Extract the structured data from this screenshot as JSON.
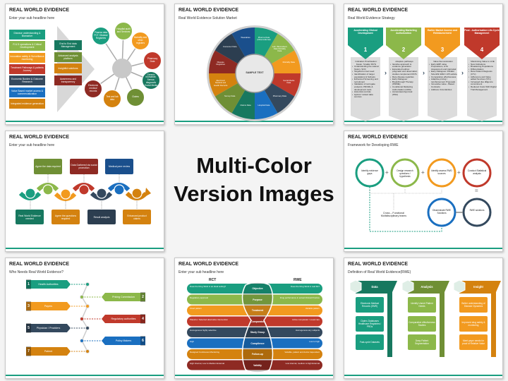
{
  "colors": {
    "teal": "#1a9e80",
    "green": "#8cb84a",
    "orange": "#f29a1f",
    "red": "#c0392b",
    "navy": "#34495e",
    "blue": "#1a6fc0",
    "darkorange": "#d4820f",
    "darkred": "#8e2a23",
    "darkteal": "#17785f",
    "darkblue": "#1a4f8c",
    "darknavy": "#2c3e50",
    "olive": "#6f8f35"
  },
  "center": {
    "line1": "Multi-Color",
    "line2": "Version Images"
  },
  "slides": [
    {
      "title": "REAL WORLD EVIDENCE",
      "subtitle": "Enter your sub headline here",
      "left_items": [
        "Disease understanding & Biomarker",
        "R & D operations & Critical Development",
        "Innovation safety & Surveillance monitoring",
        "Treatment Pathways & patients Journey",
        "Economic Burden & Outcome Research",
        "Value Based market access & commercialization",
        "Integrated evidence generation"
      ],
      "mid_items": [
        "End to End data Management",
        "Advanced analysis platform",
        "Insightful solutions",
        "Awareness and transparency"
      ],
      "circles": [
        "Pharma data PCT, Disease Registries",
        "Hospital audit and Services",
        "Mortality and other registers",
        "Pharmacy Data",
        "Generic biomarker, Sensor, diagnostic Social Media",
        "Claims",
        "Test and lab data",
        "Electronic medical records"
      ]
    },
    {
      "title": "REAL WORLD EVIDENCE",
      "subtitle": "Real World Evidence Solution Market",
      "hub": "SAMPLE TEXT",
      "segments": [
        "Pharma Data (Observational)",
        "Lab / Biomarkers Data Mortality Data",
        "Mortality Data",
        "Social Media Data",
        "Pharmacy Data",
        "Hospital Data",
        "Claims Data",
        "Survey Data",
        "Electronic Medical and Health Records",
        "Disease Registries",
        "Consumer Data",
        "Wearables"
      ]
    },
    {
      "title": "REAL WORLD EVIDENCE",
      "subtitle": "Real World Evidence Strategy",
      "columns": [
        {
          "header": "Accelerating Clinical Development",
          "number": "1",
          "lead": "Indication Prioritisation: Faster, Smaller RCTs",
          "bullets": [
            "Understanding the natural history, SOC",
            "Targeted unmet need",
            "Identification of target populations & Subsets",
            "Enhanced Screening and recruitment",
            "Validation of surrogate endpoint, PROMs & development tools",
            "Historical controls",
            "Hybrid / Linked data sources"
          ]
        },
        {
          "header": "Accelerating Marketing Authorization",
          "number": "2",
          "lead": "Adaptive pathways",
          "bullets": [
            "Iterative approach to evidence generation",
            "Expanded toolbox: pragmatic and observation studies complement RCTs",
            "Rare disease registries",
            "Early Dialogues",
            "Breakthrough Therapy (PRIME)",
            "Conditional Marketing Authorisation (CMA)",
            "Accelerated Approval (PDA)"
          ]
        },
        {
          "header": "Earlier Market Access and Reimbursement",
          "number": "3",
          "lead": "Value Demonstration",
          "bullets": [
            "Early EMP value Propositions, HTA Assessment and Appraisal",
            "Early Dialogues: Parallel Scientific EMA / HTA advice",
            "Comparative effectiveness",
            "Adaptive pricing / reimbursement Proposals",
            "Innovative value - Based Contracts",
            "Address Uncertainties"
          ]
        },
        {
          "header": "Post - Authorisation Life-Cycle Management",
          "number": "4",
          "lead": "Maximising Value to LOE",
          "bullets": [
            "New Indications",
            "Broadening Populations",
            "Differentiation",
            "Rare Patient Diagnosis (CTx)",
            "Adherence and Value added Services (STx)",
            "Increased due diligence commitment",
            "Reduced Costs With Digital Trial Management"
          ]
        }
      ]
    },
    {
      "title": "REAL WORLD EVIDENCE",
      "subtitle": "Enter your sub headline here",
      "top_boxes": [
        "Agree the data required",
        "Data Gathered via social promotion",
        "Medical peer review"
      ],
      "bottom_boxes": [
        "Real World Evidence needed",
        "Agree the questions required",
        "Result analysis",
        "Enhanced product claims"
      ],
      "icons": [
        "folder-icon",
        "clipboard-icon",
        "calendar-icon",
        "twitter-icon",
        "chart-icon",
        "doctor-icon",
        "pills-icon"
      ]
    },
    {
      "title": "REAL WORLD EVIDENCE",
      "subtitle": "Framework for Developing RWE",
      "steps": [
        "Identify evidence gaps",
        "Design research questions / hypothesis",
        "Identify assess RWD sources",
        "Conduct Statistical analysis",
        "RWE solutions",
        "Disseminate RWE Solutions"
      ],
      "team": "Cross – Functional Multidisciplinary teams",
      "plus": "+",
      "equals": "="
    },
    {
      "title": "REAL WORLD EVIDENCE",
      "subtitle": "Who Needs Real World Evidence?",
      "stakeholders": [
        {
          "n": "1",
          "label": "Health Authorities"
        },
        {
          "n": "2",
          "label": "Pricing Commission"
        },
        {
          "n": "3",
          "label": "Payers"
        },
        {
          "n": "4",
          "label": "Regulatory authorities"
        },
        {
          "n": "5",
          "label": "Physician / Providers"
        },
        {
          "n": "6",
          "label": "Policy Makers"
        },
        {
          "n": "7",
          "label": "Patient"
        }
      ]
    },
    {
      "title": "REAL WORLD EVIDENCE",
      "subtitle": "Enter your sub headline here",
      "left_head": "RCT",
      "right_head": "RWE",
      "rows": [
        {
          "label": "Objective",
          "rct": "Does the Drug Work in an ideal setting?",
          "rwe": "Does the Drug Work in real life?"
        },
        {
          "label": "Purpose",
          "rct": "Regulatory approval",
          "rwe": "Drug performance in actual Clinical Practice"
        },
        {
          "label": "Treatment",
          "rct": "Fixed pattern",
          "rwe": "Variable pattern"
        },
        {
          "label": "Comparator",
          "rct": "Placebo / Selected alternative intervention",
          "rwe": "Active comparator / usual care"
        },
        {
          "label": "Study Group",
          "rct": "Homogenous highly selective",
          "rwe": "Homogenous any subjects"
        },
        {
          "label": "Complience",
          "rct": "High",
          "rwe": "Low to high"
        },
        {
          "label": "Follow-up",
          "rct": "Designed Continuous Monitoring",
          "rwe": "Variable, patient and doctor dependent"
        },
        {
          "label": "Validity",
          "rct": "High Internal, Low to Medium External",
          "rwe": "Low internal, medium to high External"
        }
      ]
    },
    {
      "title": "REAL WORLD EVIDENCE",
      "subtitle": "Definition of Real World Evidence(RWE)",
      "groups": [
        {
          "header": "Data",
          "items": [
            "Electronic Medical Records (EMR)",
            "Claims Databases Healthcare Registries / PROs",
            "Fast-cycle Datasets"
          ]
        },
        {
          "header": "Analysis",
          "items": [
            "Identify Unmet Patient Needs",
            "Comparative effectiveness Studies",
            "Deep Patient Segmentation"
          ]
        },
        {
          "header": "Insight",
          "items": [
            "Better understanding of Disease Dynamics",
            "Improved drug safety & monitoring",
            "Meet payer needs for proof of Relative Value"
          ]
        }
      ]
    }
  ]
}
